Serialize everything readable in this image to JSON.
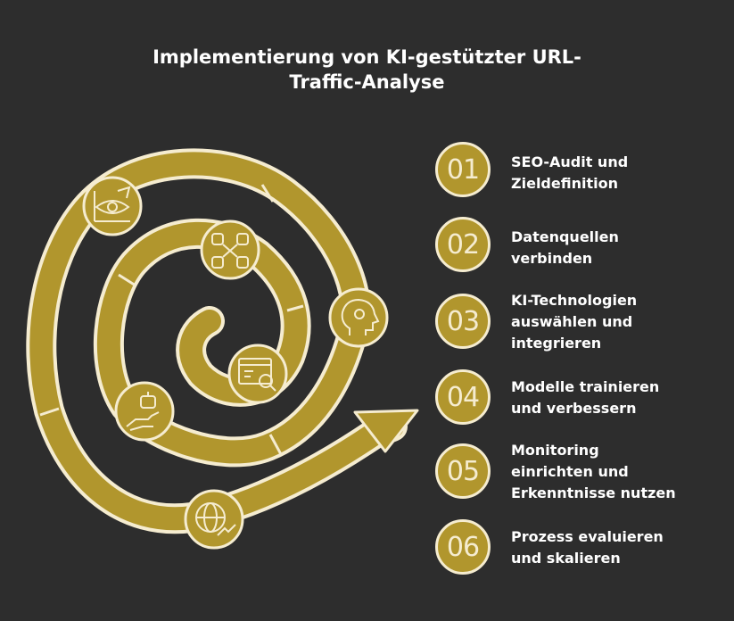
{
  "title": {
    "line1": "Implementierung von KI-gestützter URL-",
    "line2": "Traffic-Analyse"
  },
  "colors": {
    "background": "#2d2d2d",
    "accent": "#b1962d",
    "outline": "#f5ecd0",
    "text": "#ffffff"
  },
  "icons": [
    "eye-chart-icon",
    "database-network-icon",
    "ai-head-gear-icon",
    "code-search-icon",
    "robot-hand-icon",
    "globe-growth-icon"
  ],
  "steps": [
    {
      "num": "01",
      "lines": [
        "SEO-Audit und",
        "Zieldefinition"
      ]
    },
    {
      "num": "02",
      "lines": [
        "Datenquellen",
        "verbinden"
      ]
    },
    {
      "num": "03",
      "lines": [
        "KI-Technologien",
        "auswählen und",
        "integrieren"
      ]
    },
    {
      "num": "04",
      "lines": [
        "Modelle trainieren",
        "und verbessern"
      ]
    },
    {
      "num": "05",
      "lines": [
        "Monitoring",
        "einrichten und",
        "Erkenntnisse nutzen"
      ]
    },
    {
      "num": "06",
      "lines": [
        "Prozess evaluieren",
        "und skalieren"
      ]
    }
  ]
}
